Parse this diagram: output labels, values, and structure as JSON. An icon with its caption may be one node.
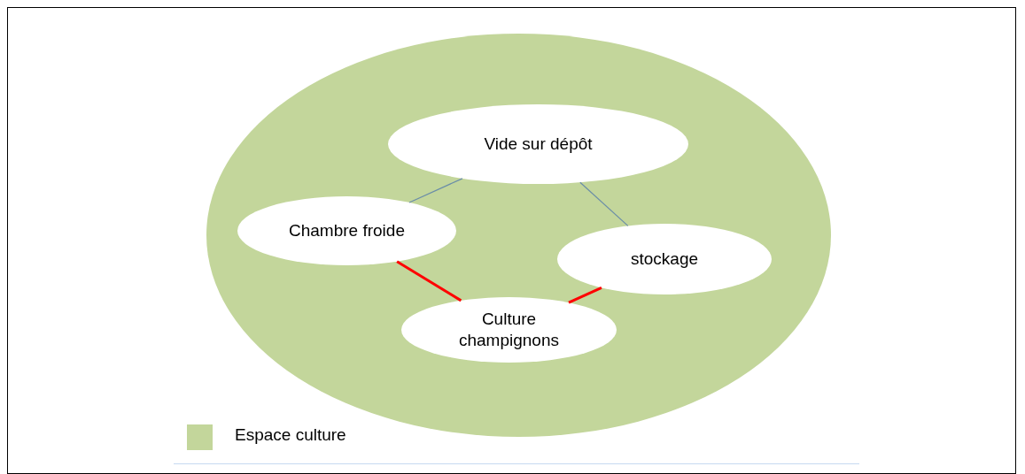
{
  "diagram": {
    "nodes": [
      {
        "text": [],
        "shape": "ellipse"
      },
      {
        "text": [
          "Vide sur dépôt"
        ],
        "in": 0
      },
      {
        "text": [
          "Chambre froide"
        ],
        "in": 0
      },
      {
        "text": [
          "stockage"
        ],
        "in": 0
      },
      {
        "text": [
          "Culture champignons"
        ],
        "in": 0
      }
    ],
    "edges": [
      {
        "from": 1,
        "to": 2,
        "arrow": "none"
      },
      {
        "from": 1,
        "to": 3,
        "arrow": "none"
      },
      {
        "from": 2,
        "to": 4,
        "arrow": "none",
        "style": "thick",
        "color": "#ff0000"
      },
      {
        "from": 3,
        "to": 4,
        "arrow": "none",
        "style": "thick",
        "color": "#ff0000"
      }
    ],
    "legend": [
      {
        "text": "Espace culture",
        "color": "#c3d69b"
      }
    ]
  }
}
